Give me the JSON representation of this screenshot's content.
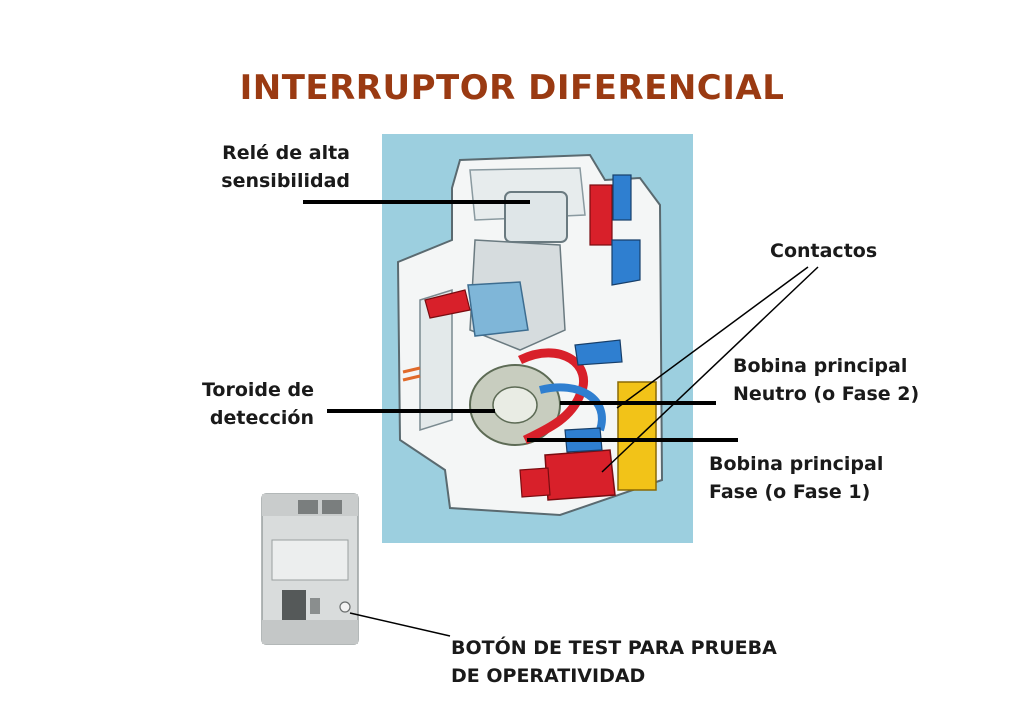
{
  "title": "INTERRUPTOR DIFERENCIAL",
  "labels": {
    "rele": [
      "Relé de alta",
      "sensibilidad"
    ],
    "contactos": "Contactos",
    "bobina_neutro": [
      "Bobina principal",
      "Neutro (o Fase 2)"
    ],
    "toroide": [
      "Toroide de",
      "detección"
    ],
    "bobina_fase": [
      "Bobina principal",
      "Fase (o Fase 1)"
    ],
    "boton_test": [
      "BOTÓN DE TEST PARA PRUEBA",
      "DE OPERATIVIDAD"
    ]
  },
  "colors": {
    "title": "#9a3a12",
    "diagram_bg": "#9ccfdf",
    "housing": "#f4f6f6",
    "red_part": "#d8202a",
    "blue_part": "#2f7fd0",
    "yellow_part": "#f2c318",
    "leader_line": "#000000"
  }
}
